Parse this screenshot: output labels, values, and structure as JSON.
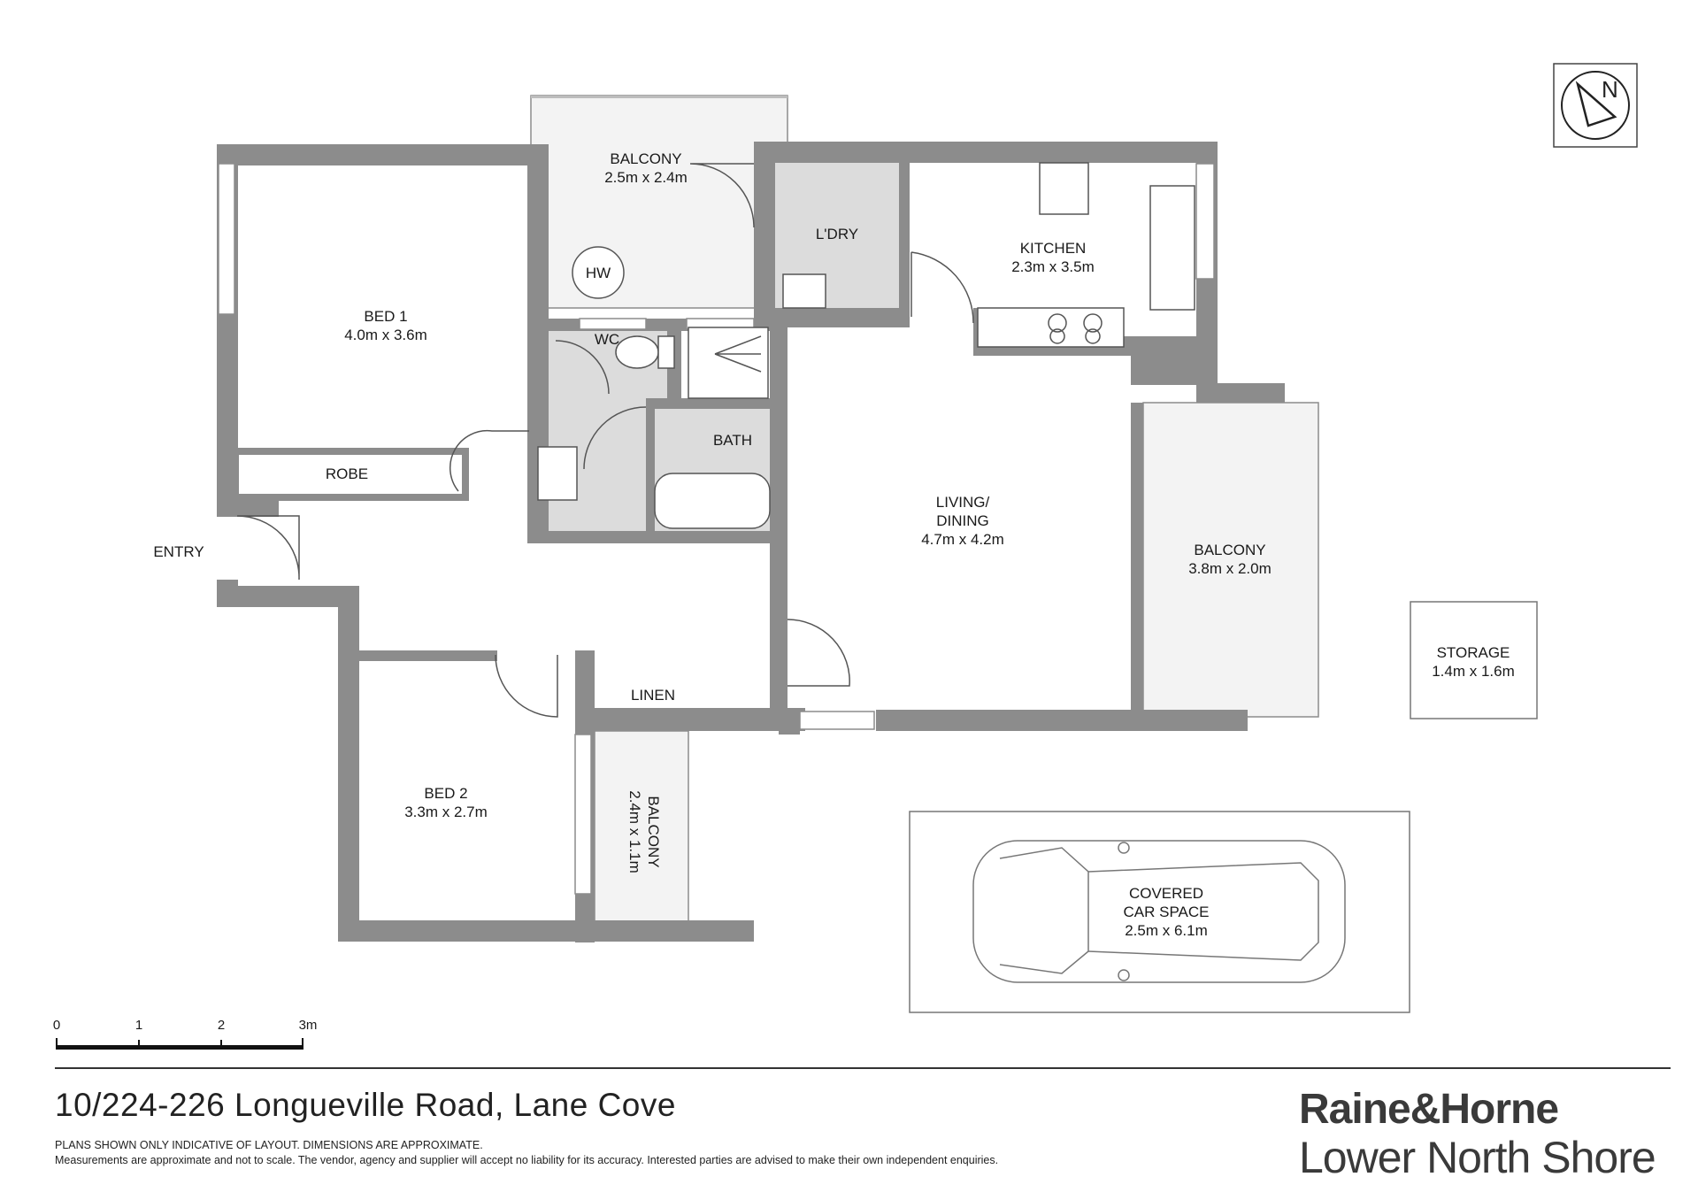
{
  "rooms": {
    "bed1": {
      "name": "BED 1",
      "dims": "4.0m x 3.6m"
    },
    "robe": {
      "name": "ROBE"
    },
    "balcony_top": {
      "name": "BALCONY",
      "dims": "2.5m x 2.4m"
    },
    "hw": {
      "name": "HW"
    },
    "laundry": {
      "name": "L'DRY"
    },
    "kitchen": {
      "name": "KITCHEN",
      "dims": "2.3m x 3.5m"
    },
    "wc": {
      "name": "WC"
    },
    "bath": {
      "name": "BATH"
    },
    "entry": {
      "name": "ENTRY"
    },
    "living": {
      "name_line1": "LIVING/",
      "name_line2": "DINING",
      "dims": "4.7m x 4.2m"
    },
    "balcony_right": {
      "name": "BALCONY",
      "dims": "3.8m x 2.0m"
    },
    "storage": {
      "name": "STORAGE",
      "dims": "1.4m x 1.6m"
    },
    "linen": {
      "name": "LINEN"
    },
    "bed2": {
      "name": "BED 2",
      "dims": "3.3m x 2.7m"
    },
    "balcony_small": {
      "name": "BALCONY",
      "dims": "2.4m x 1.1m"
    },
    "car": {
      "name_line1": "COVERED",
      "name_line2": "CAR SPACE",
      "dims": "2.5m x 6.1m"
    }
  },
  "compass": {
    "letter": "N",
    "icon": "north-arrow-icon"
  },
  "scale_bar": {
    "labels": [
      "0",
      "1",
      "2",
      "3m"
    ]
  },
  "address": "10/224-226 Longueville Road, Lane Cove",
  "disclaimer": {
    "line1": "PLANS SHOWN ONLY INDICATIVE OF LAYOUT. DIMENSIONS ARE APPROXIMATE.",
    "line2": "Measurements are approximate and not to scale. The vendor, agency and supplier will accept no liability for its accuracy. Interested parties are advised to make their own independent enquiries."
  },
  "brand": {
    "name": "Raine&Horne",
    "office": "Lower North Shore"
  },
  "colors": {
    "wall": "#8c8c8c",
    "tile": "#dcdcdc",
    "balcony": "#f2f2f2",
    "text": "#1a1a1a"
  }
}
